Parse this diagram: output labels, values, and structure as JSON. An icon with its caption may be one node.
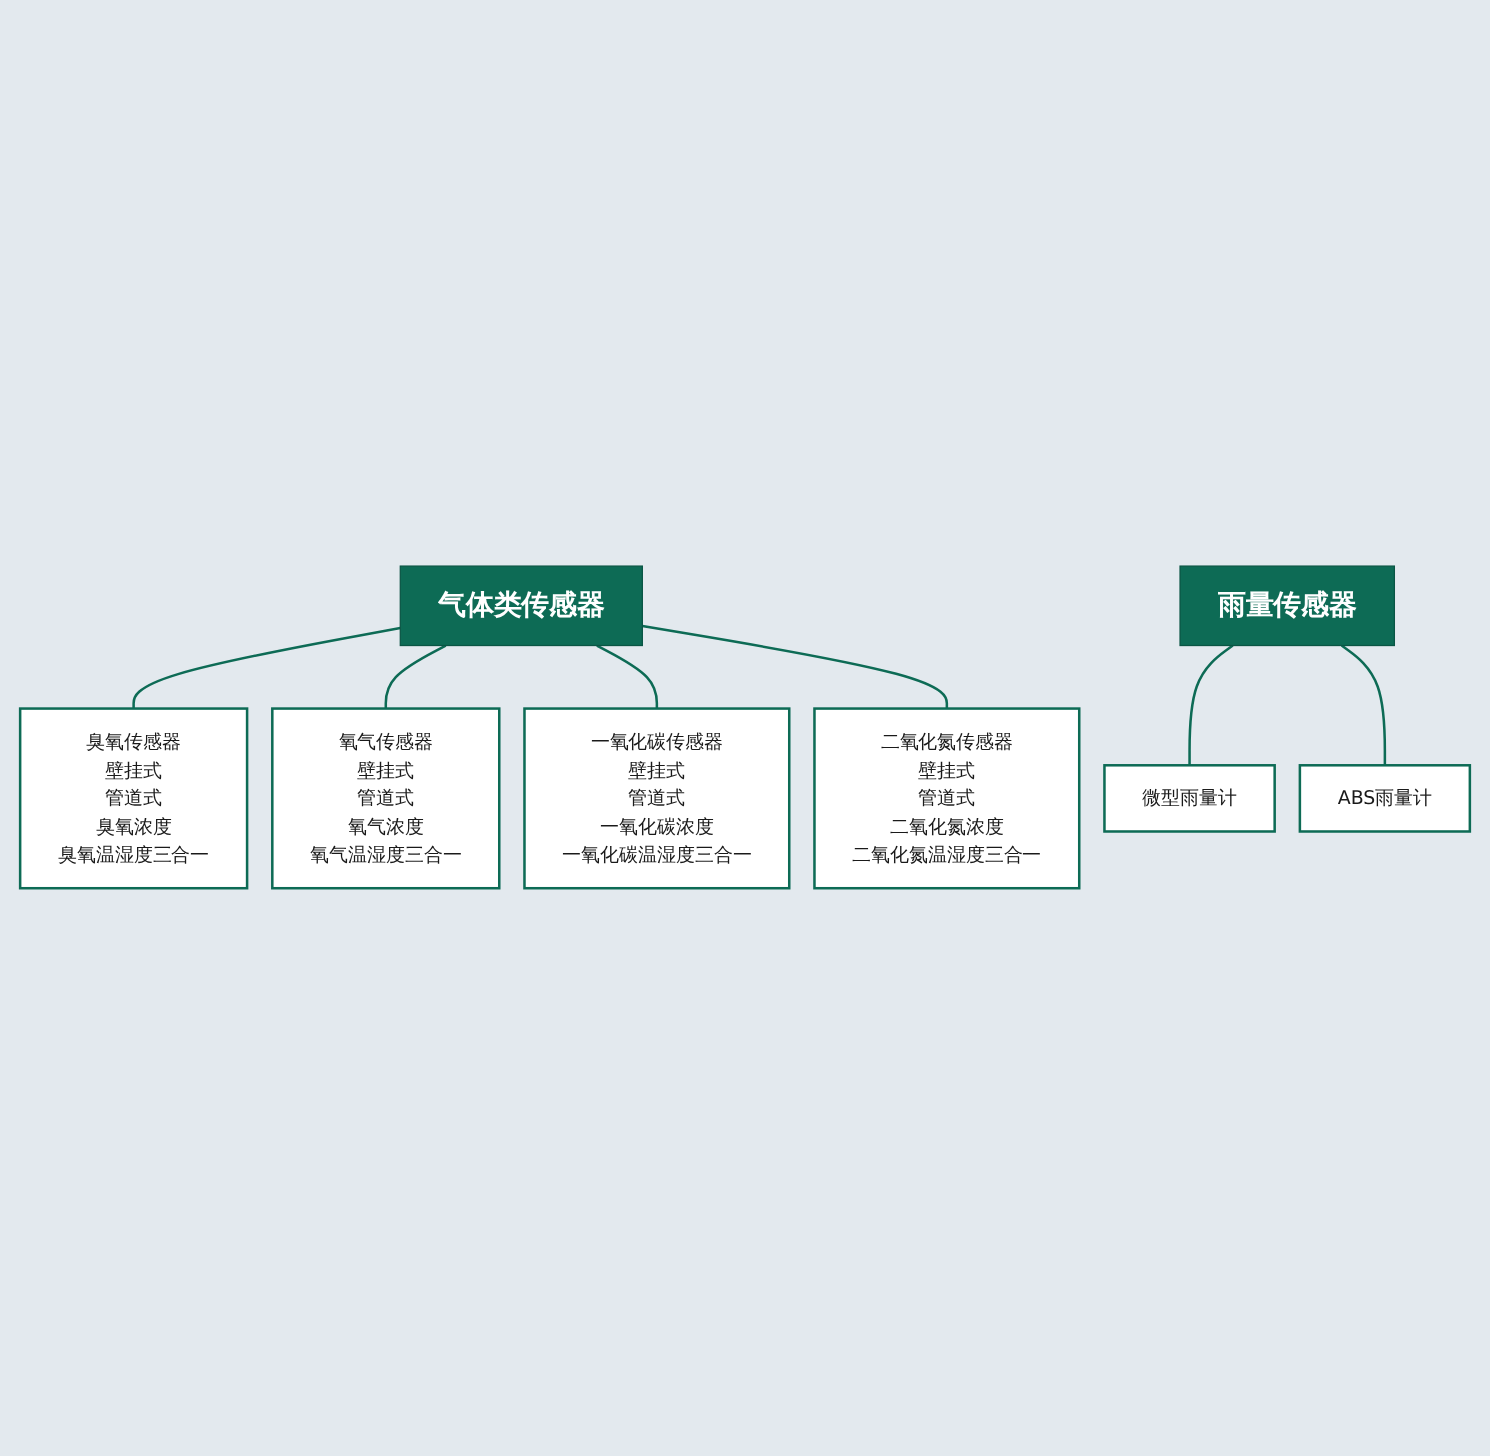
{
  "diagram": {
    "nodes": [
      {
        "text": [
          "气体类传感器"
        ]
      },
      {
        "text": [
          "臭氧传感器",
          "壁挂式",
          "管道式",
          "臭氧浓度",
          "臭氧温湿度三合一"
        ]
      },
      {
        "text": [
          "氧气传感器",
          "壁挂式",
          "管道式",
          "氧气浓度",
          "氧气温湿度三合一"
        ]
      },
      {
        "text": [
          "一氧化碳传感器",
          "壁挂式",
          "管道式",
          "一氧化碳浓度",
          "一氧化碳温湿度三合一"
        ]
      },
      {
        "text": [
          "二氧化氮传感器",
          "壁挂式",
          "管道式",
          "二氧化氮浓度",
          "二氧化氮温湿度三合一"
        ]
      },
      {
        "text": [
          "雨量传感器"
        ]
      },
      {
        "text": [
          "微型雨量计"
        ]
      },
      {
        "text": [
          "ABS雨量计"
        ]
      }
    ],
    "edges": [
      {
        "from": 0,
        "to": 1,
        "arrow": "none"
      },
      {
        "from": 0,
        "to": 2,
        "arrow": "none"
      },
      {
        "from": 0,
        "to": 3,
        "arrow": "none"
      },
      {
        "from": 0,
        "to": 4,
        "arrow": "none"
      },
      {
        "from": 5,
        "to": 6,
        "arrow": "none"
      },
      {
        "from": 5,
        "to": 7,
        "arrow": "none"
      }
    ]
  }
}
